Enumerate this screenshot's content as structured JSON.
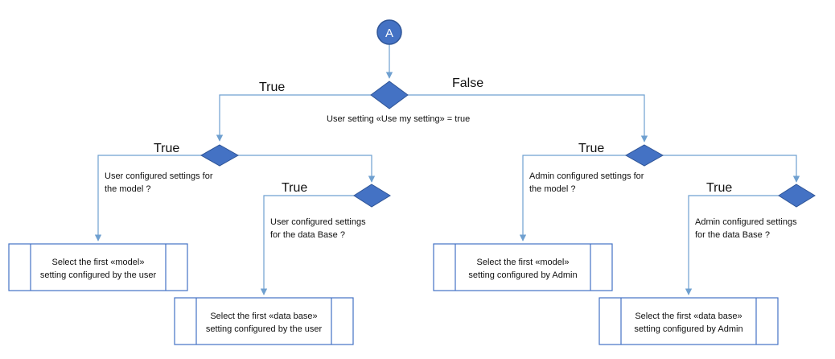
{
  "start_connector": {
    "label": "A"
  },
  "colors": {
    "shape_fill": "#4472c4",
    "shape_stroke": "#2f5597",
    "line": "#6fa0d0"
  },
  "decisions": {
    "root": {
      "condition": "User setting «Use my setting» = true",
      "true_label": "True",
      "false_label": "False"
    },
    "user_model": {
      "condition": [
        "User configured settings for",
        "the model ?"
      ],
      "true_label": "True"
    },
    "user_db": {
      "condition": [
        "User configured settings",
        "for the data Base  ?"
      ],
      "true_label": "True"
    },
    "admin_model": {
      "condition": [
        "Admin configured settings for",
        "the model ?"
      ],
      "true_label": "True"
    },
    "admin_db": {
      "condition": [
        "Admin configured settings",
        "for the data Base  ?"
      ],
      "true_label": "True"
    }
  },
  "processes": {
    "user_model": [
      "Select the first «model»",
      "setting configured by the user"
    ],
    "user_db": [
      "Select the first «data base»",
      "setting configured by the user"
    ],
    "admin_model": [
      "Select the first «model»",
      "setting configured by Admin"
    ],
    "admin_db": [
      "Select the first «data base»",
      "setting configured by Admin"
    ]
  }
}
